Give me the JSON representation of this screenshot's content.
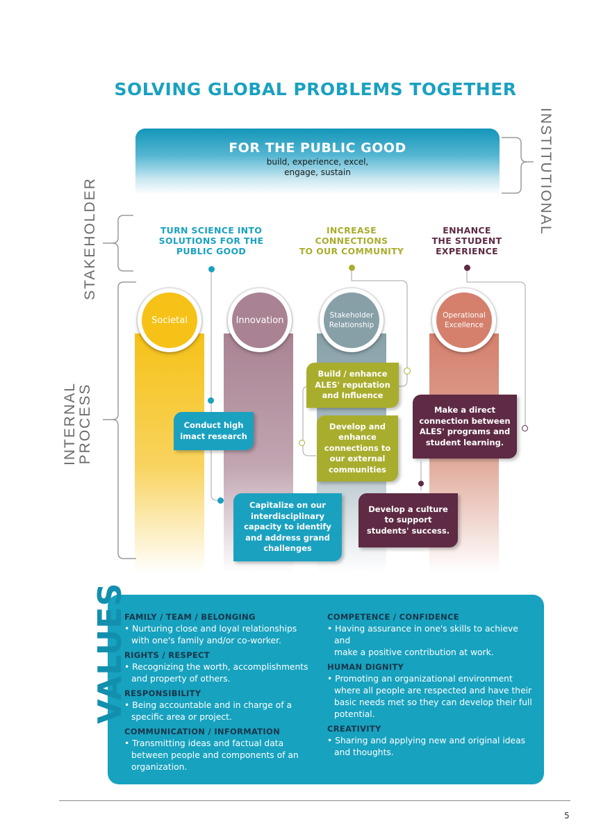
{
  "title": "SOLVING GLOBAL PROBLEMS TOGETHER",
  "banner": {
    "title": "FOR THE PUBLIC GOOD",
    "subtitle_line1": "build, experience, excel,",
    "subtitle_line2": "engage, sustain"
  },
  "side_labels": {
    "institutional": "INSTITUTIONAL",
    "stakeholder": "STAKEHOLDER",
    "internal_line1": "INTERNAL",
    "internal_line2": "PROCESS"
  },
  "goals": [
    {
      "lines": [
        "TURN SCIENCE INTO",
        "SOLUTIONS FOR THE",
        "PUBLIC GOOD"
      ],
      "color": "#1aa1c0"
    },
    {
      "lines": [
        "INCREASE",
        "CONNECTIONS",
        "TO OUR COMMUNITY"
      ],
      "color": "#a9ad2d"
    },
    {
      "lines": [
        "ENHANCE",
        "THE STUDENT",
        "EXPERIENCE"
      ],
      "color": "#5e2a44"
    }
  ],
  "pillars": [
    {
      "label": "Societal",
      "color": "#f6c218"
    },
    {
      "label": "Innovation",
      "color": "#a98393"
    },
    {
      "label_line1": "Stakeholder",
      "label_line2": "Relationship",
      "color": "#87a0a8"
    },
    {
      "label_line1": "Operational",
      "label_line2": "Excellence",
      "color": "#d4806c"
    }
  ],
  "boxes": {
    "research": [
      "Conduct high",
      "imact research"
    ],
    "capitalize": [
      "Capitalize on our",
      "interdisciplinary",
      "capacity to identify",
      "and address grand",
      "challenges"
    ],
    "reputation": [
      "Build / enhance",
      "ALES' reputation",
      "and Influence"
    ],
    "develop_connections": [
      "Develop and",
      "enhance",
      "connections to",
      "our external",
      "communities"
    ],
    "direct_connection": [
      "Make a direct",
      "connection between",
      "ALES' programs and",
      "student learning."
    ],
    "culture": [
      "Develop a culture",
      "to support",
      "students' success."
    ]
  },
  "values": {
    "word": "VALUES",
    "left": [
      {
        "head": "FAMILY / TEAM / BELONGING",
        "desc": [
          "• Nurturing close and loyal relationships",
          "with one's family and/or co-worker."
        ]
      },
      {
        "head": "RIGHTS / RESPECT",
        "desc": [
          "• Recognizing the worth, accomplishments",
          "and property of others."
        ]
      },
      {
        "head": "RESPONSIBILITY",
        "desc": [
          "• Being accountable and in charge of a",
          "specific area or project."
        ]
      },
      {
        "head": "COMMUNICATION / INFORMATION",
        "desc": [
          "• Transmitting ideas and factual data",
          "between people and components of an",
          "organization."
        ]
      }
    ],
    "right": [
      {
        "head": "COMPETENCE / CONFIDENCE",
        "desc": [
          "• Having assurance in one's skills to achieve and",
          "make a positive contribution at work."
        ]
      },
      {
        "head": "HUMAN DIGNITY",
        "desc": [
          "• Promoting an organizational environment",
          "where all people are respected and have their",
          "basic needs met so they can develop their full",
          "potential."
        ]
      },
      {
        "head": "CREATIVITY",
        "desc": [
          "• Sharing and applying new and original ideas",
          "and thoughts."
        ]
      }
    ]
  },
  "page_number": "5"
}
